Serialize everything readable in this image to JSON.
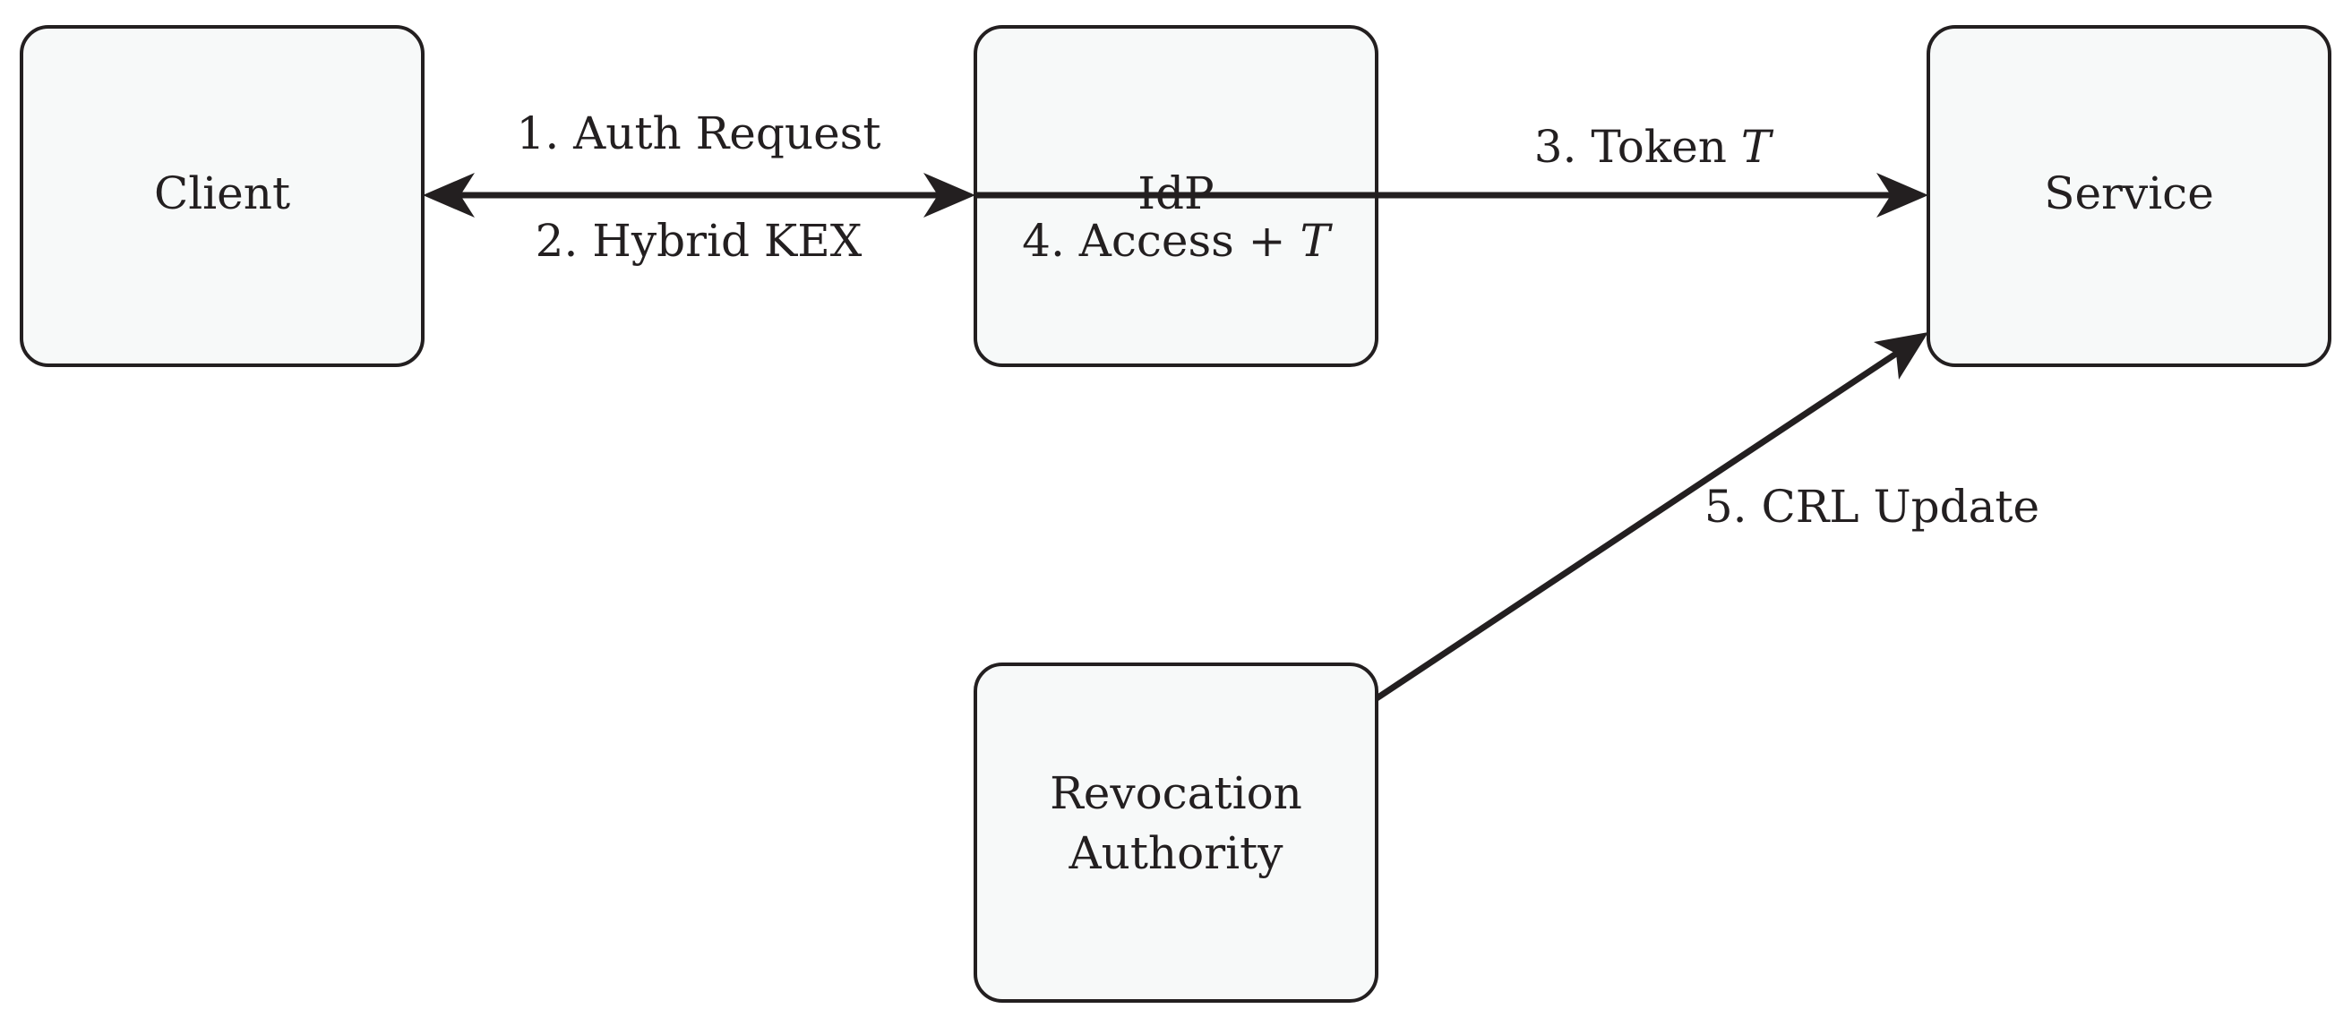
{
  "nodes": {
    "client": {
      "label": "Client"
    },
    "idp": {
      "label": "IdP"
    },
    "service": {
      "label": "Service"
    },
    "revocation": {
      "label_line1": "Revocation",
      "label_line2": "Authority"
    }
  },
  "edges": {
    "auth_request": {
      "label": "1. Auth Request"
    },
    "hybrid_kex": {
      "label": "2. Hybrid KEX"
    },
    "token": {
      "label_prefix": "3. Token ",
      "label_var": "T"
    },
    "access": {
      "label_prefix": "4. Access + ",
      "label_var": "T"
    },
    "crl_update": {
      "label": "5. CRL Update"
    }
  },
  "colors": {
    "box_fill": "#f7f9f9",
    "stroke": "#231f20"
  }
}
